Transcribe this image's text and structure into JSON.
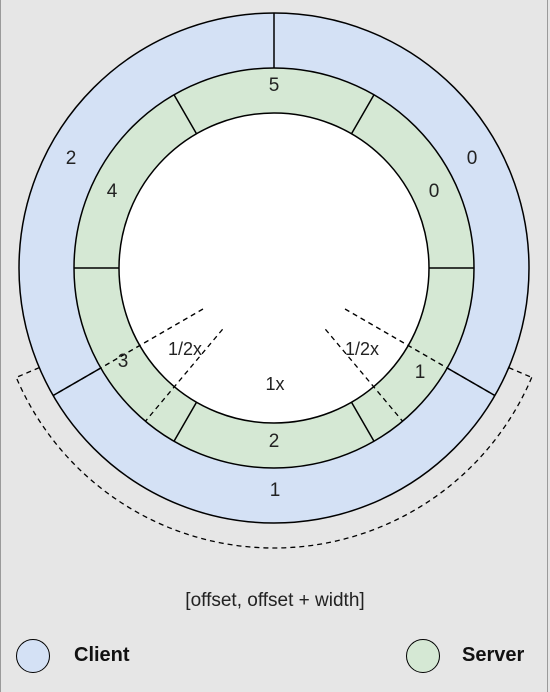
{
  "colors": {
    "client": "#d4e1f5",
    "server": "#d5e8d4",
    "stroke": "#000000",
    "background": "#e6e6e6"
  },
  "client_ring": {
    "segments": [
      {
        "label": "0"
      },
      {
        "label": "1"
      },
      {
        "label": "2"
      }
    ]
  },
  "server_ring": {
    "segments": [
      {
        "label": "0"
      },
      {
        "label": "1"
      },
      {
        "label": "2"
      },
      {
        "label": "3"
      },
      {
        "label": "4"
      },
      {
        "label": "5"
      }
    ]
  },
  "range_factors": {
    "left": "1/2x",
    "center": "1x",
    "right": "1/2x"
  },
  "caption": "[offset, offset + width]",
  "legend": {
    "client": "Client",
    "server": "Server"
  }
}
